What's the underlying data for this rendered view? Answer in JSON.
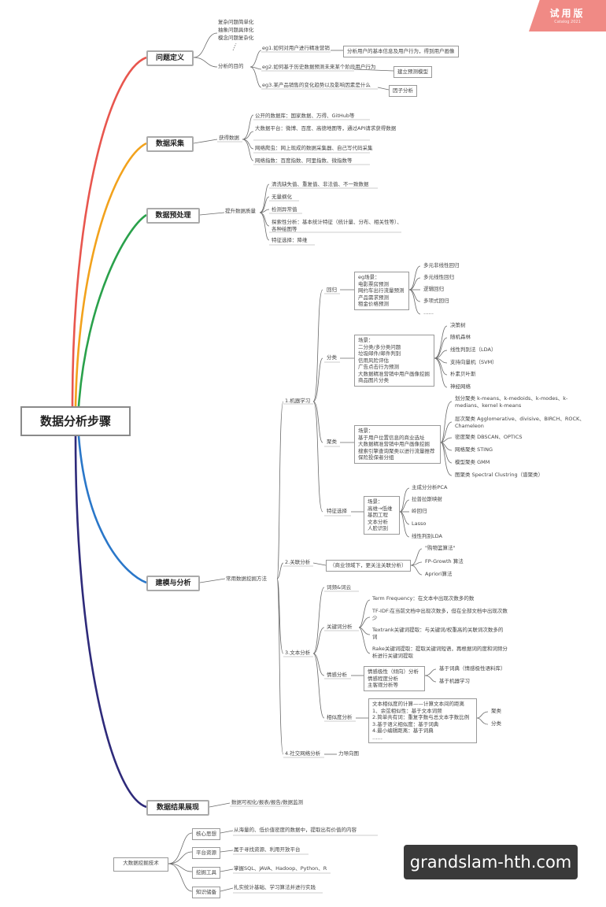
{
  "watermark": {
    "trial": "试用版",
    "trial_sub": "Catalog 2021",
    "site": "grandslam-hth.com"
  },
  "root": "数据分析步骤",
  "definition": {
    "title": "问题定义",
    "notes": [
      "复杂问题简单化",
      "抽象问题具体化",
      "模念问题复杂化"
    ],
    "purpose": "分析的目的",
    "eg1": "eg1.如何对用户进行精准营销",
    "eg1_detail": "分析用户的基本信息及用户行为，得到用户画像",
    "eg2": "eg2.如何基于历史数据预测未来某个阶段用户行为",
    "eg2_detail": "建立预测模型",
    "eg3": "eg3.某产品销售的变化趋势以及影响因素是什么",
    "eg3_detail": "因子分析"
  },
  "collection": {
    "title": "数据采集",
    "sub": "获得数据",
    "items": [
      "公开的数据库：国家数据、万得、GitHub等",
      "大数据平台：微博、百度、高德地图等，通过API请求获得数据",
      "网络爬虫：网上现成的数据采集器、自己写代码采集",
      "网络指数：百度指数、阿里指数、微指数等"
    ]
  },
  "preprocess": {
    "title": "数据预处理",
    "sub": "提升数据质量",
    "items": [
      "清洗缺失值、重复值、非法值、不一致数据",
      "无量纲化",
      "检测异常值",
      "探索性分析：基本统计特征（统计量、分布、相关性等）、各种绘图等",
      "特征选择：降维"
    ]
  },
  "modeling": {
    "title": "建模与分析",
    "sub": "常用数据挖掘方法",
    "ml": {
      "label": "1.机器学习",
      "regression": {
        "label": "回归",
        "scenario": "eg场景：\n电影票房预测\n网约车出行流量预测\n产品需求预测\n租金价格预测",
        "methods": [
          "多元非线性回归",
          "多元线性回归",
          "逻辑回归",
          "多项式回归",
          "……"
        ]
      },
      "classification": {
        "label": "分类",
        "scenario": "场景：\n二分类/多分类问题\n垃圾邮件/邮件判别\n信用风险评估\n广告点击行为预测\n大数据精准营销中用户画像挖掘\n商品图片分类",
        "methods": [
          "决策树",
          "随机森林",
          "线性判别法（LDA）",
          "支持向量机（SVM）",
          "朴素贝叶斯",
          "神经网络"
        ]
      },
      "clustering": {
        "label": "聚类",
        "scenario": "场景：\n基于用户位置信息的商业选址\n大数据精准营销中用户画像挖掘\n搜索引擎查询聚类以进行流量推荐\n保险投保者分组",
        "methods": [
          "划分聚类 k-means、k-medoids、k-modes、k-medians、kernel k-means",
          "层次聚类 Agglomerative、divisive、BIRCH、ROCK、Chameleon",
          "密度聚类 DBSCAN、OPTICS",
          "网格聚类 STING",
          "模型聚类 GMM",
          "图聚类 Spectral Clustring（谱聚类）"
        ]
      },
      "feature": {
        "label": "特征选择",
        "scenario": "场景：\n高维→低维\n基因工程\n文本分析\n人脸识别",
        "methods": [
          "主成分分析PCA",
          "拉普拉斯映射",
          "岭回归",
          "Lasso",
          "线性判别LDA"
        ]
      }
    },
    "assoc": {
      "label": "2.关联分析",
      "scenario": "（商业领域下，更关注关联分析）",
      "methods": [
        "\"购物篮算法\"",
        "FP-Growth 算法",
        "Apriori算法"
      ]
    },
    "text": {
      "label": "3.文本分析",
      "seg": "词频&词云",
      "keyword": {
        "label": "关键词分析",
        "items": [
          "Term Frequency：在文本中出现次数多的数",
          "TF-IDF:在当前文档中出现次数多，但在全部文档中出现次数少",
          "Textrank关键词提取：与关键词/权重高的关联词次数多的词",
          "Rake关键词提取：提取关键词短语，再根据词的度和词频分析进行关键词提取"
        ]
      },
      "sentiment": {
        "label": "情感分析",
        "scenario": "情感极性（倾向）分析\n情感程度分析\n主客观分析等",
        "methods": [
          "基于词典（情感极性语料库）",
          "基于机器学习"
        ]
      },
      "similarity": {
        "label": "相似度分析",
        "detail": "文本相似度的计算——计算文本间的距离\n1、余弦相似性：基于文本词频\n2.简单共有词：重复字数与总文本字数比例\n3.基于语义相似度：基于词典\n4.最小编辑距离：基于词典\n……",
        "methods": [
          "聚类",
          "分类"
        ]
      }
    },
    "network": {
      "label": "4.社交网络分析",
      "detail": "力导向图"
    }
  },
  "presentation": {
    "title": "数据结果展现",
    "sub": "数据可视化/报表/报告/数据监测"
  },
  "bigdata": {
    "title": "大数据挖掘技术",
    "rows": [
      {
        "label": "核心思想",
        "text": "从海量的、低价值密度的数据中，提取出有价值的内容"
      },
      {
        "label": "平台资源",
        "text": "属于寻找资源、利用开放平台"
      },
      {
        "label": "挖掘工具",
        "text": "掌握SQL、JAVA、Hadoop、Python、R"
      },
      {
        "label": "知识储备",
        "text": "扎实统计基础、学习算法并进行实践"
      }
    ]
  },
  "colors": {
    "definition": "#e8564e",
    "collection": "#f2a21c",
    "preprocess": "#2aa14b",
    "modeling": "#2a77c9",
    "presentation": "#2e2a7a",
    "wire": "#6a6a6a"
  }
}
